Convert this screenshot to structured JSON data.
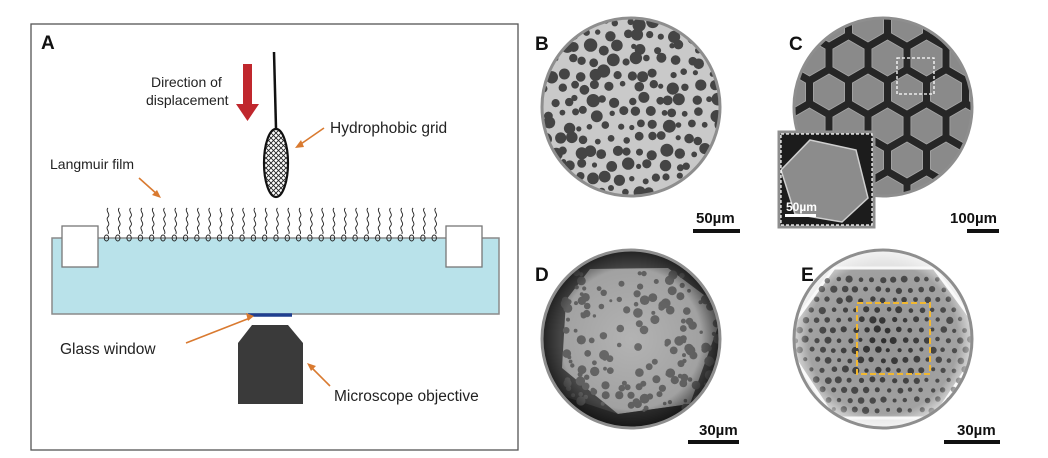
{
  "panels": {
    "A": {
      "letter": "A",
      "labels": {
        "direction_line1": "Direction of",
        "direction_line2": "displacement",
        "hydrophobic_grid": "Hydrophobic grid",
        "langmuir_film": "Langmuir film",
        "glass_window": "Glass window",
        "microscope_objective": "Microscope objective"
      }
    },
    "B": {
      "letter": "B",
      "scale": "50µm"
    },
    "C": {
      "letter": "C",
      "scale": "100µm",
      "inset_scale": "50µm"
    },
    "D": {
      "letter": "D",
      "scale": "30µm"
    },
    "E": {
      "letter": "E",
      "scale": "30µm"
    }
  },
  "colors": {
    "water": "#b9e2ea",
    "arrow_red": "#c0272d",
    "pointer_orange": "#d97a30",
    "objective": "#3a3a3a",
    "glass_window": "#1f3f8f",
    "roi_box": "#f2b830"
  }
}
